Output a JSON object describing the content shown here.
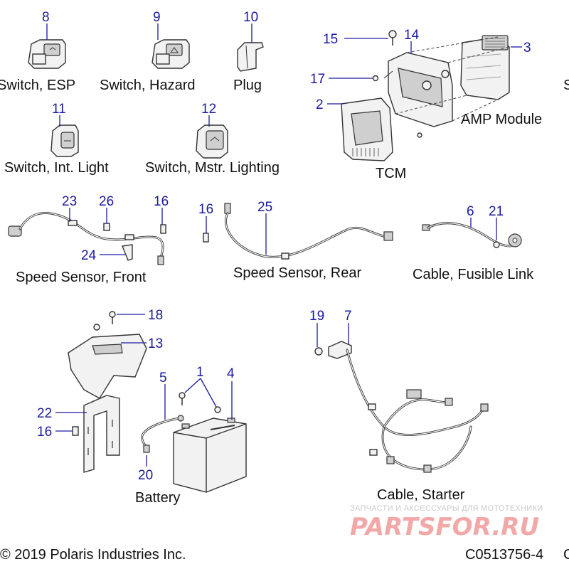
{
  "callouts": {
    "c1": "1",
    "c2": "2",
    "c3": "3",
    "c4": "4",
    "c5": "5",
    "c6": "6",
    "c7": "7",
    "c8": "8",
    "c9": "9",
    "c10": "10",
    "c11": "11",
    "c12": "12",
    "c13": "13",
    "c14": "14",
    "c15": "15",
    "c16a": "16",
    "c16b": "16",
    "c16c": "16",
    "c17": "17",
    "c18": "18",
    "c19": "19",
    "c20": "20",
    "c21": "21",
    "c22": "22",
    "c23": "23",
    "c24": "24",
    "c25": "25",
    "c26": "26"
  },
  "labels": {
    "switch_esp": "Switch, ESP",
    "switch_hazard": "Switch, Hazard",
    "plug": "Plug",
    "switch_int_light": "Switch, Int. Light",
    "switch_mstr_lighting": "Switch, Mstr. Lighting",
    "amp_module": "AMP Module",
    "tcm": "TCM",
    "speed_sensor_front": "Speed Sensor, Front",
    "speed_sensor_rear": "Speed Sensor, Rear",
    "cable_fusible_link": "Cable, Fusible Link",
    "battery": "Battery",
    "cable_starter": "Cable, Starter",
    "cut_right_1": "S",
    "cut_right_2": "C"
  },
  "footer": {
    "copyright": "© 2019 Polaris Industries Inc.",
    "code": "C0513756-4"
  },
  "watermark": {
    "tagline": "ЗАПЧАСТИ И АКСЕССУАРЫ ДЛЯ МОТОТЕХНИКИ",
    "brand": "PARTSFOR.RU"
  },
  "colors": {
    "callout": "#1a1aa0",
    "label": "#111111",
    "watermark_brand": "#f3a8a8",
    "watermark_tagline": "#c9c9c9"
  }
}
